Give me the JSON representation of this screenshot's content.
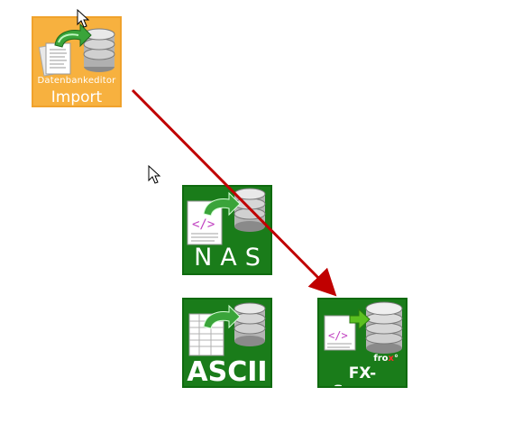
{
  "tiles": {
    "import": {
      "line1": "Datenbankeditor",
      "line2": "Import"
    },
    "nas": {
      "label": "NAS"
    },
    "ascii": {
      "label": "ASCII"
    },
    "fx": {
      "label": "FX-Survey",
      "brand_prefix": "fro",
      "brand_mark": "x",
      "brand_suffix": "°"
    }
  },
  "colors": {
    "import_bg": "#f7b13f",
    "tile_green": "#1a7c1a",
    "arrow_red": "#c00000",
    "arrow_green": "#2f9e2f"
  },
  "icons": [
    "database-icon",
    "document-icon",
    "spreadsheet-icon",
    "arrow-icon",
    "mouse-cursor-icon"
  ]
}
